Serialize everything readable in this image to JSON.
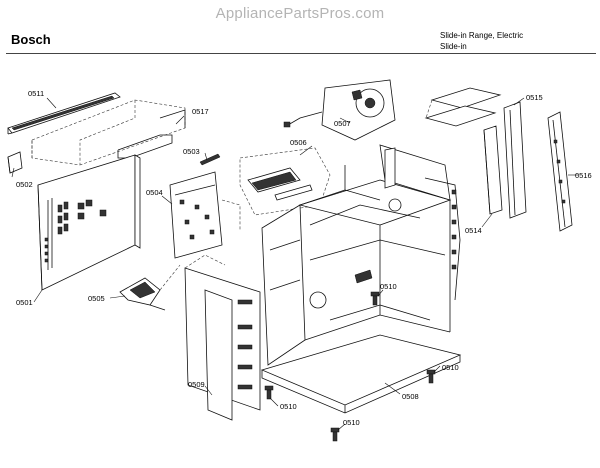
{
  "header": {
    "watermark": "AppliancePartsPros.com",
    "brand": "Bosch",
    "model_line1": "Slide-in Range, Electric",
    "model_line2": "Slide-in"
  },
  "parts": {
    "p0511": "0511",
    "p0517": "0517",
    "p0502": "0502",
    "p0503": "0503",
    "p0504": "0504",
    "p0505": "0505",
    "p0506": "0506",
    "p0507": "0507",
    "p0515": "0515",
    "p0516": "0516",
    "p0514": "0514",
    "p0501": "0501",
    "p0509": "0509",
    "p0510a": "0510",
    "p0510b": "0510",
    "p0510c": "0510",
    "p0510d": "0510",
    "p0508": "0508"
  }
}
